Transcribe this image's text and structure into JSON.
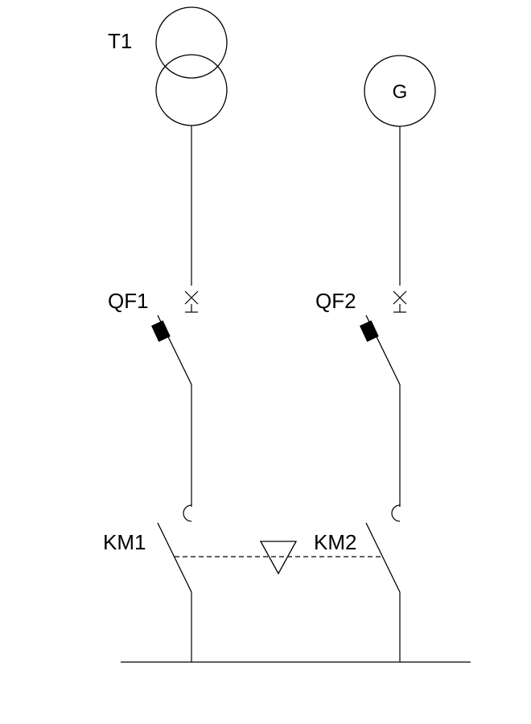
{
  "labels": {
    "transformer": "T1",
    "generator": "G",
    "breaker_1": "QF1",
    "breaker_2": "QF2",
    "contactor_1": "KM1",
    "contactor_2": "KM2"
  },
  "colors": {
    "line": "#000000",
    "background": "#ffffff"
  }
}
